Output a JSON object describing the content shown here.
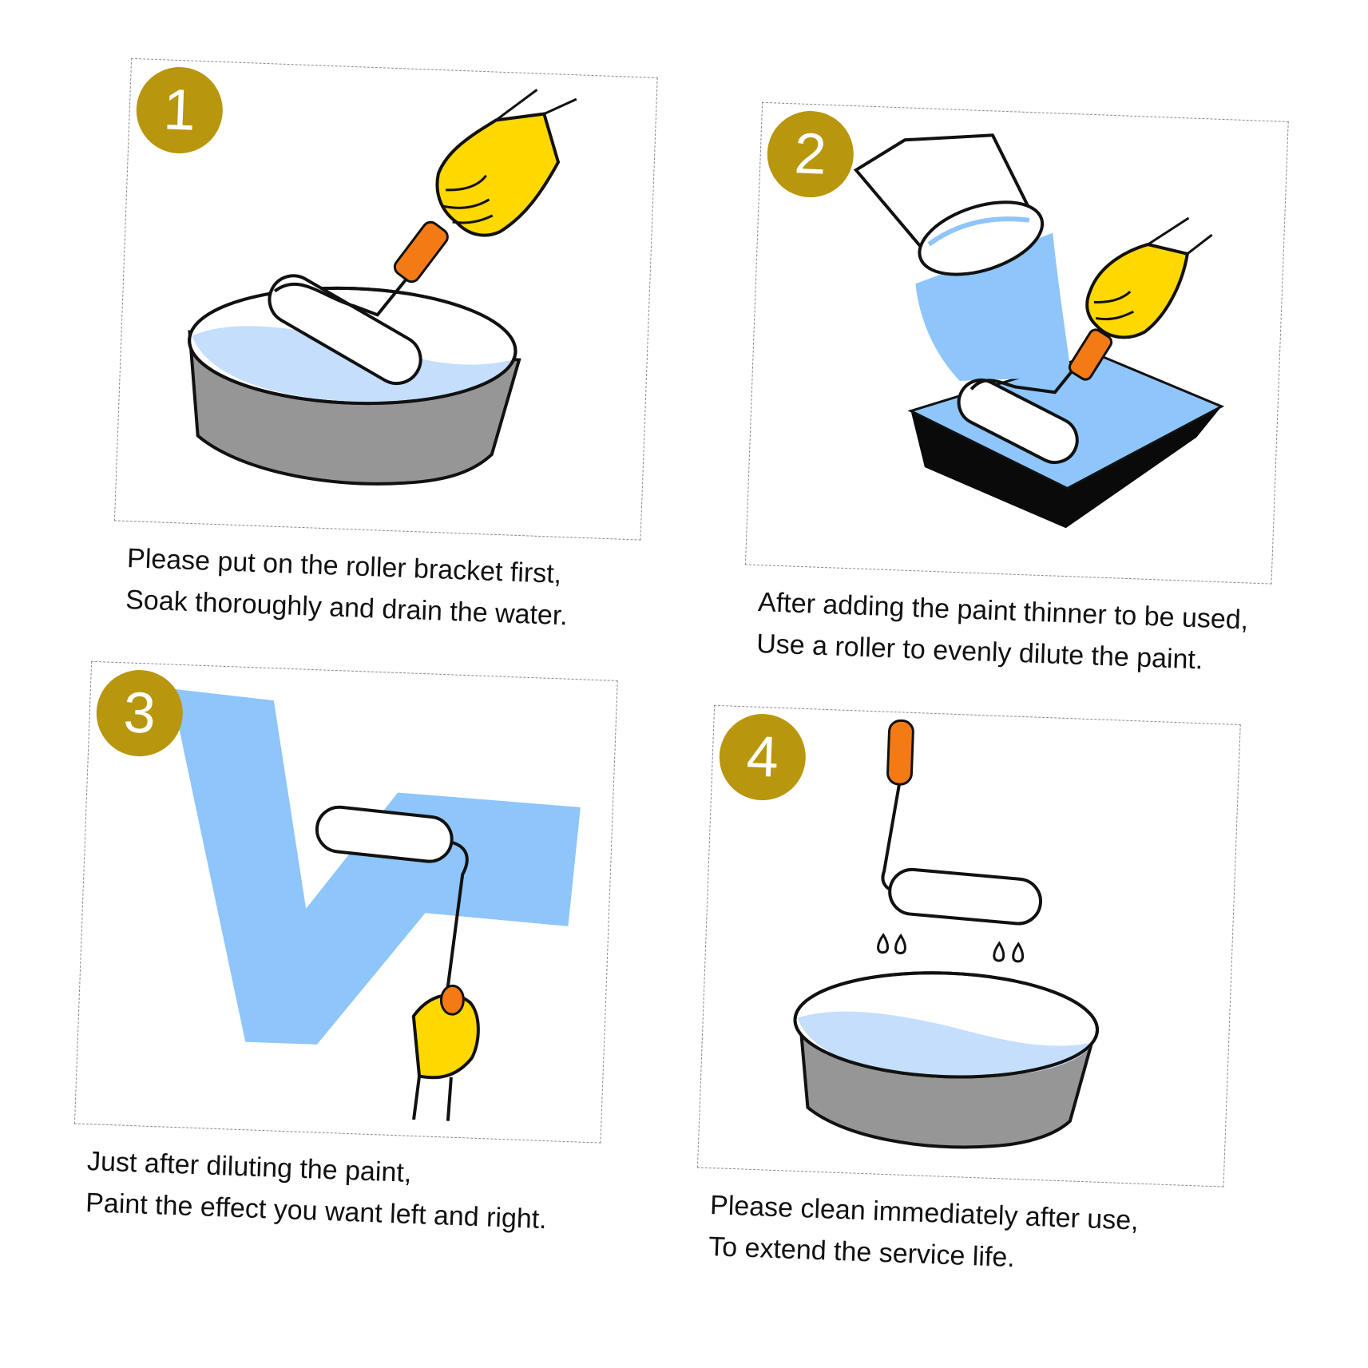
{
  "colors": {
    "badge": "#B8960E",
    "paint_blue": "#8EC5FA",
    "water_blue": "#C4DEFB",
    "bucket_gray": "#969696",
    "glove_yellow": "#FFD800",
    "handle_orange": "#F47A16",
    "tray_black": "#0A0A0A"
  },
  "steps": [
    {
      "number": "1",
      "caption": [
        "Please put on the roller bracket first,",
        "Soak thoroughly and drain the water."
      ],
      "icons": [
        "bucket-icon",
        "paint-roller-icon",
        "glove-hand-icon"
      ]
    },
    {
      "number": "2",
      "caption": [
        "After adding the paint thinner to be used,",
        "Use a roller to evenly dilute the paint."
      ],
      "icons": [
        "paint-bucket-icon",
        "paint-tray-icon",
        "paint-roller-icon",
        "glove-hand-icon"
      ]
    },
    {
      "number": "3",
      "caption": [
        "Just after diluting the paint,",
        "Paint the effect you want left and right."
      ],
      "icons": [
        "paint-stroke-icon",
        "paint-roller-icon",
        "glove-hand-icon"
      ]
    },
    {
      "number": "4",
      "caption": [
        "Please clean immediately after use,",
        "To extend the service life."
      ],
      "icons": [
        "paint-roller-icon",
        "water-drops-icon",
        "bucket-icon"
      ]
    }
  ]
}
